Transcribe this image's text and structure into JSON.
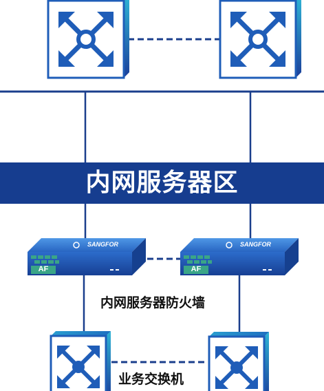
{
  "zone": {
    "title": "内网服务器区"
  },
  "firewall": {
    "label": "内网服务器防火墙",
    "brand": "SANGFOR",
    "badge": "AF"
  },
  "access_switch": {
    "label": "业务交换机"
  },
  "colors": {
    "band": "#163d8f",
    "switch_blue": "#1f5db8",
    "switch_cyan": "#2fb5d6",
    "firewall_body": "#2a6cc9",
    "firewall_brick": "#3aa587",
    "line": "#1a3e8c"
  }
}
